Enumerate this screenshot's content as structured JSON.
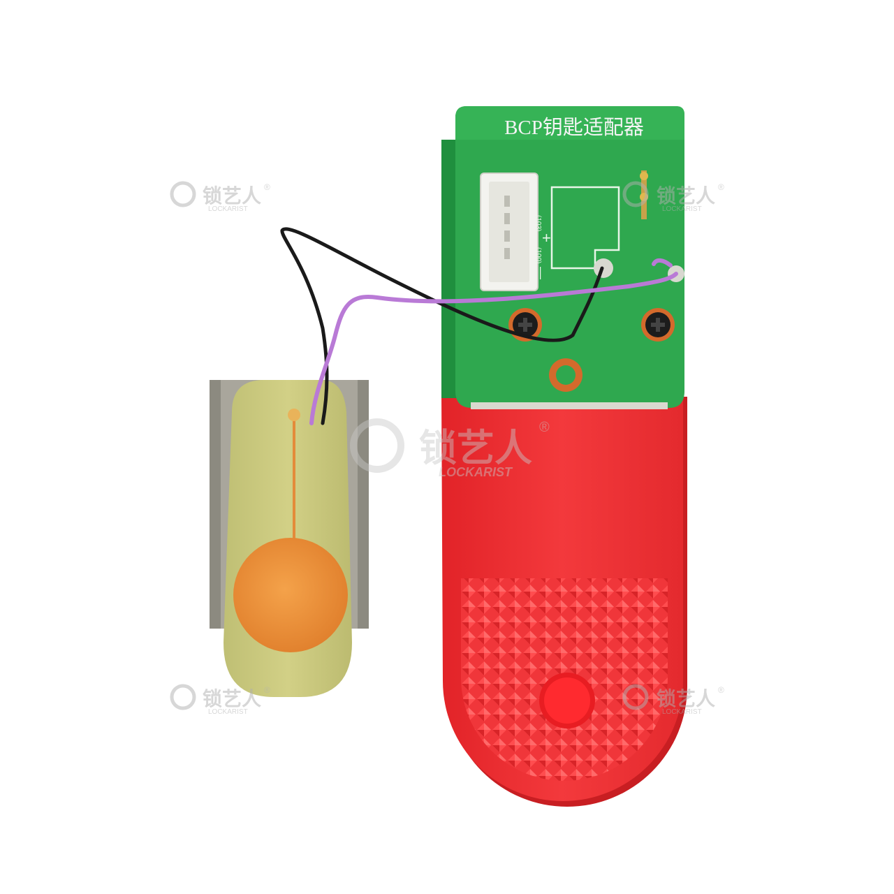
{
  "product": {
    "pcb_title": "BCP钥匙适配器",
    "silkscreen_top": "(103)",
    "silkscreen_bottom": "(100)",
    "silkscreen_plus": "+",
    "silkscreen_minus": "—"
  },
  "watermark": {
    "brand_cn": "锁艺人",
    "brand_en": "LOCKARIST",
    "registered": "®"
  },
  "colors": {
    "background": "#ffffff",
    "pcb_green": "#2fa84f",
    "key_red": "#ee2c2c",
    "copper_pad": "#e8913a",
    "fr4_board": "#c9c77a",
    "wire_purple": "#b97ad6",
    "wire_black": "#1a1a1a"
  }
}
